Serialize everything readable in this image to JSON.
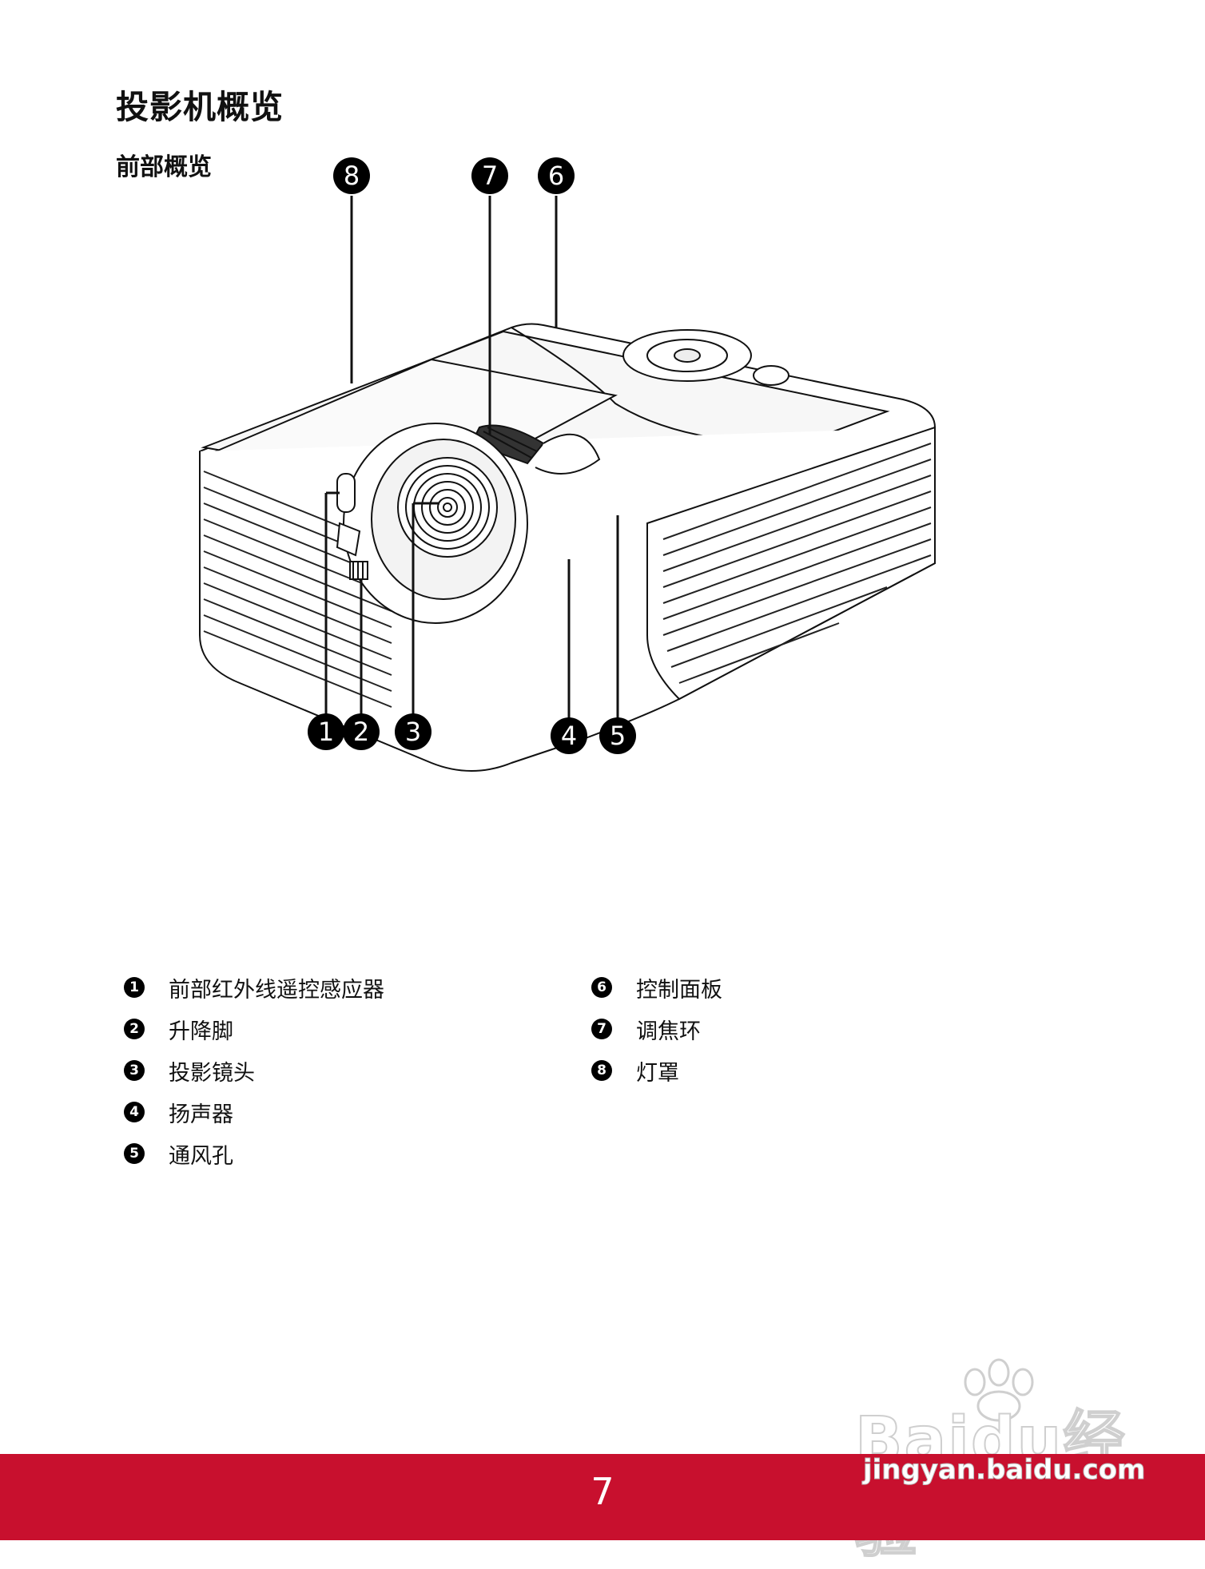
{
  "title": "投影机概览",
  "section": "前部概览",
  "diagram": {
    "top_callouts": [
      "8",
      "7",
      "6"
    ],
    "bottom_callouts": [
      "1",
      "2",
      "3",
      "4",
      "5"
    ]
  },
  "legend_left": [
    {
      "num": "1",
      "label": "前部红外线遥控感应器"
    },
    {
      "num": "2",
      "label": "升降脚"
    },
    {
      "num": "3",
      "label": "投影镜头"
    },
    {
      "num": "4",
      "label": "扬声器"
    },
    {
      "num": "5",
      "label": "通风孔"
    }
  ],
  "legend_right": [
    {
      "num": "6",
      "label": "控制面板"
    },
    {
      "num": "7",
      "label": "调焦环"
    },
    {
      "num": "8",
      "label": "灯罩"
    }
  ],
  "watermark": {
    "logo": "Baidu经验",
    "url": "jingyan.baidu.com"
  },
  "page_number": "7",
  "colors": {
    "footer": "#c8102e",
    "text": "#111111"
  }
}
